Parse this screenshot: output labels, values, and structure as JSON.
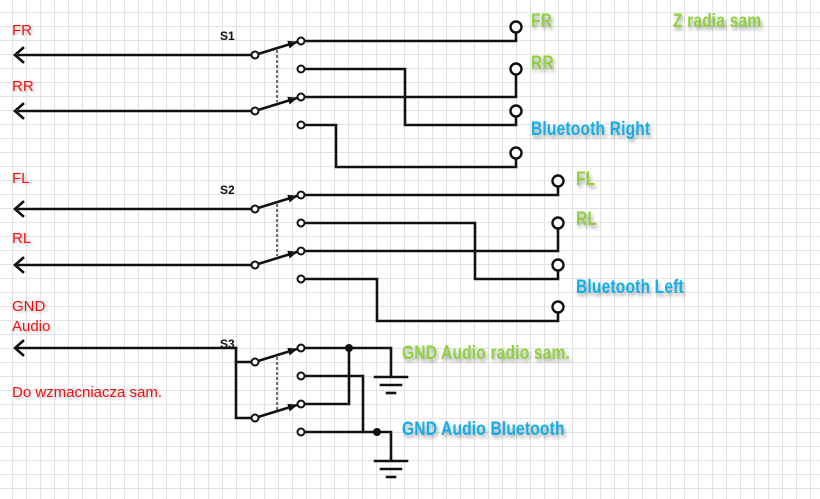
{
  "diagram": {
    "type": "switch wiring schematic",
    "colors": {
      "wire": "#111111",
      "input_label": "#ee1111",
      "radio_label": "#8fd13f",
      "bluetooth_label": "#11aee8",
      "grid": "#e2e2e2"
    },
    "inputs": {
      "fr": "FR",
      "rr": "RR",
      "fl": "FL",
      "rl": "RL",
      "gnd_line1": "GND",
      "gnd_line2": "Audio",
      "amp_note": "Do wzmacniacza sam."
    },
    "switches": [
      {
        "id": "s1",
        "label": "S1"
      },
      {
        "id": "s2",
        "label": "S2"
      },
      {
        "id": "s3",
        "label": "S3"
      }
    ],
    "outputs": {
      "fr": "FR",
      "rr": "RR",
      "bt_right": "Bluetooth Right",
      "fl": "FL",
      "rl": "RL",
      "bt_left": "Bluetooth Left",
      "gnd_radio": "GND Audio radio sam.",
      "gnd_bt": "GND Audio Bluetooth",
      "title_radio": "Z radia sam"
    }
  }
}
